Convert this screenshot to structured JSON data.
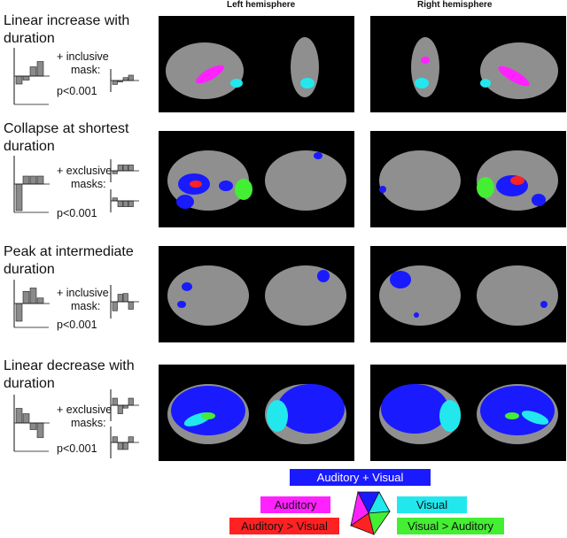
{
  "hemispheres": {
    "left": "Left hemisphere",
    "right": "Right hemisphere"
  },
  "rows": [
    {
      "title_line1": "Linear increase with",
      "title_line2": "duration",
      "mask_line1": "+ inclusive",
      "mask_line2": "mask:",
      "pvalue": "p<0.001",
      "profile": [
        -0.3,
        -0.15,
        0.35,
        0.55
      ],
      "masks": [
        [
          -0.4,
          -0.15,
          0.3,
          0.55
        ]
      ]
    },
    {
      "title_line1": "Collapse at shortest",
      "title_line2": "duration",
      "mask_line1": "+ exclusive",
      "mask_line2": "masks:",
      "pvalue": "p<0.001",
      "profile": [
        -1.0,
        0.3,
        0.3,
        0.3
      ],
      "masks": [
        [
          -0.3,
          0.6,
          0.6,
          0.6
        ],
        [
          0.3,
          -0.6,
          -0.6,
          -0.6
        ]
      ]
    },
    {
      "title_line1": "Peak at intermediate",
      "title_line2": "duration",
      "mask_line1": "+ inclusive",
      "mask_line2": "mask:",
      "pvalue": "p<0.001",
      "profile": [
        -0.8,
        0.55,
        0.7,
        0.25
      ],
      "masks": [
        [
          -0.6,
          0.5,
          0.55,
          -0.5
        ]
      ]
    },
    {
      "title_line1": "Linear decrease with",
      "title_line2": "duration",
      "mask_line1": "+ exclusive",
      "mask_line2": "masks:",
      "pvalue": "p<0.001",
      "profile": [
        0.55,
        0.35,
        -0.25,
        -0.55
      ],
      "masks": [
        [
          0.5,
          -0.6,
          -0.2,
          0.5
        ],
        [
          0.4,
          -0.5,
          -0.5,
          0.4
        ]
      ]
    }
  ],
  "legend": {
    "auditory_visual": "Auditory + Visual",
    "auditory": "Auditory",
    "visual": "Visual",
    "auditory_gt_visual": "Auditory > Visual",
    "visual_gt_auditory": "Visual > Auditory"
  },
  "colors": {
    "auditory_visual": "#1a1aff",
    "auditory": "#ff22ff",
    "visual": "#22e8ee",
    "auditory_gt_visual": "#ff2222",
    "visual_gt_auditory": "#44ee33",
    "bar": "#8a8a8a",
    "brain": "#8f8f8f",
    "panel": "#000000"
  }
}
